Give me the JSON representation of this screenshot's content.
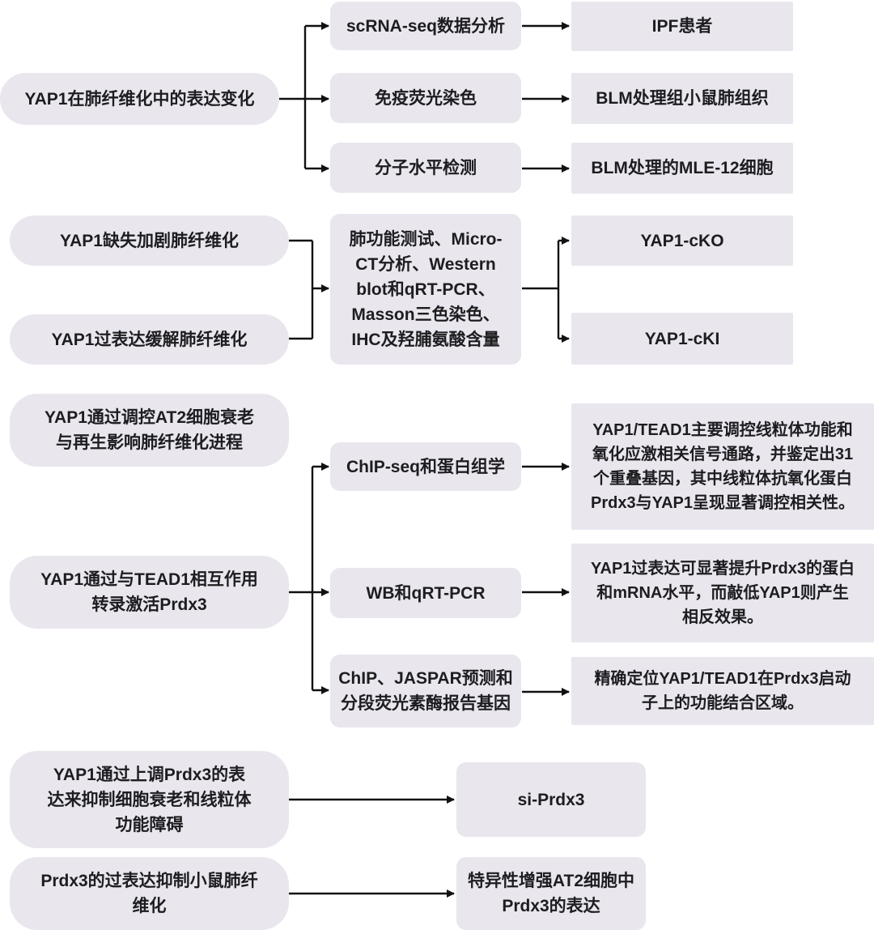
{
  "sections": [
    {
      "topics": [
        {
          "text": "YAP1在肺纤维化中的表达变化"
        }
      ],
      "methods": [
        {
          "text": "scRNA-seq数据分析"
        },
        {
          "text": "免疫荧光染色"
        },
        {
          "text": "分子水平检测"
        }
      ],
      "results": [
        {
          "text": "IPF患者"
        },
        {
          "text": "BLM处理组小鼠肺组织"
        },
        {
          "text": "BLM处理的MLE-12细胞"
        }
      ]
    },
    {
      "topics": [
        {
          "text": "YAP1缺失加剧肺纤维化"
        },
        {
          "text": "YAP1过表达缓解肺纤维化"
        }
      ],
      "methods": [
        {
          "text": "肺功能测试、Micro-\nCT分析、Western\nblot和qRT-PCR、\nMasson三色染色、\nIHC及羟脯氨酸含量"
        }
      ],
      "results": [
        {
          "text": "YAP1-cKO"
        },
        {
          "text": "YAP1-cKI"
        }
      ]
    },
    {
      "topics": [
        {
          "text": "YAP1通过调控AT2细胞衰老\n与再生影响肺纤维化进程"
        },
        {
          "text": "YAP1通过与TEAD1相互作用\n转录激活Prdx3"
        }
      ],
      "methods": [
        {
          "text": "ChIP-seq和蛋白组学"
        },
        {
          "text": "WB和qRT-PCR"
        },
        {
          "text": "ChIP、JASPAR预测和\n分段荧光素酶报告基因"
        }
      ],
      "results": [
        {
          "text": "YAP1/TEAD1主要调控线粒体功能和\n氧化应激相关信号通路，并鉴定出31\n个重叠基因，其中线粒体抗氧化蛋白\nPrdx3与YAP1呈现显著调控相关性。"
        },
        {
          "text": "YAP1过表达可显著提升Prdx3的蛋白\n和mRNA水平，而敲低YAP1则产生\n相反效果。"
        },
        {
          "text": "精确定位YAP1/TEAD1在Prdx3启动\n子上的功能结合区域。"
        }
      ]
    },
    {
      "topics": [
        {
          "text": "YAP1通过上调Prdx3的表\n达来抑制细胞衰老和线粒体\n功能障碍"
        },
        {
          "text": "Prdx3的过表达抑制小鼠肺纤\n维化"
        }
      ],
      "methods": [
        {
          "text": "si-Prdx3"
        },
        {
          "text": "特异性增强AT2细胞中\nPrdx3的表达"
        }
      ]
    }
  ]
}
